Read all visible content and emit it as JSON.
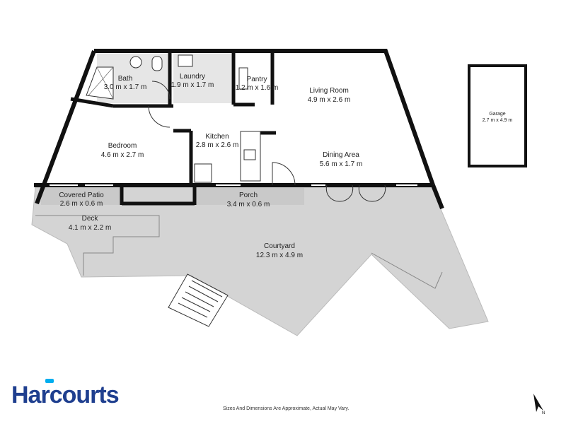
{
  "rooms": {
    "bath": {
      "name": "Bath",
      "size": "3.0 m x 1.7 m"
    },
    "laundry": {
      "name": "Laundry",
      "size": "1.9 m x 1.7 m"
    },
    "pantry": {
      "name": "Pantry",
      "size": "1.2 m x 1.6 m"
    },
    "living": {
      "name": "Living Room",
      "size": "4.9 m x 2.6 m"
    },
    "bedroom": {
      "name": "Bedroom",
      "size": "4.6 m x 2.7 m"
    },
    "kitchen": {
      "name": "Kitchen",
      "size": "2.8 m x 2.6 m"
    },
    "dining": {
      "name": "Dining Area",
      "size": "5.6 m x 1.7 m"
    },
    "covered_patio": {
      "name": "Covered Patio",
      "size": "2.6 m x 0.6 m"
    },
    "porch": {
      "name": "Porch",
      "size": "3.4 m x 0.6 m"
    },
    "deck": {
      "name": "Deck",
      "size": "4.1 m x 2.2 m"
    },
    "courtyard": {
      "name": "Courtyard",
      "size": "12.3 m x 4.9 m"
    },
    "garage": {
      "name": "Garage",
      "size": "2.7 m x 4.9 m"
    }
  },
  "footer": {
    "brand": "Harcourts",
    "disclaimer": "Sizes And Dimensions Are Approximate, Actual May Vary.",
    "north_label": "N"
  },
  "colors": {
    "wall": "#111111",
    "outdoor": "#d4d4d4",
    "brand": "#1f3f8f",
    "accent": "#00aeef"
  }
}
